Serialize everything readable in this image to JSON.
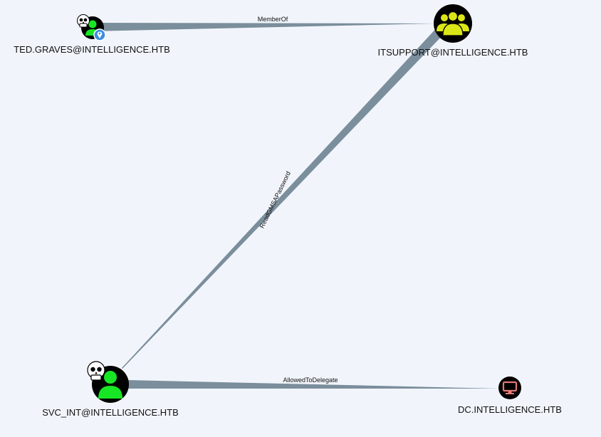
{
  "nodes": {
    "ted": {
      "label": "TED.GRAVES@INTELLIGENCE.HTB",
      "type": "user",
      "icon": "user-icon",
      "owned": true,
      "highvalue_badge": true,
      "color": "#17e625"
    },
    "itsupport": {
      "label": "ITSUPPORT@INTELLIGENCE.HTB",
      "type": "group",
      "icon": "group-icon",
      "owned": false,
      "color": "#dbe617"
    },
    "svc": {
      "label": "SVC_INT@INTELLIGENCE.HTB",
      "type": "user",
      "icon": "user-icon",
      "owned": true,
      "color": "#17e625"
    },
    "dc": {
      "label": "DC.INTELLIGENCE.HTB",
      "type": "computer",
      "icon": "computer-icon",
      "owned": false,
      "color": "#e67873"
    }
  },
  "edges": {
    "memberof": {
      "label": "MemberOf",
      "from": "ted",
      "to": "itsupport"
    },
    "readgmsa": {
      "label": "ReadGMSAPassword",
      "from": "itsupport",
      "to": "svc"
    },
    "delegate": {
      "label": "AllowedToDelegate",
      "from": "svc",
      "to": "dc"
    }
  },
  "colors": {
    "background": "#f1f5fb",
    "edge": "#7b8e9c",
    "node_fill": "#000000",
    "badge": "#3b8de0"
  }
}
